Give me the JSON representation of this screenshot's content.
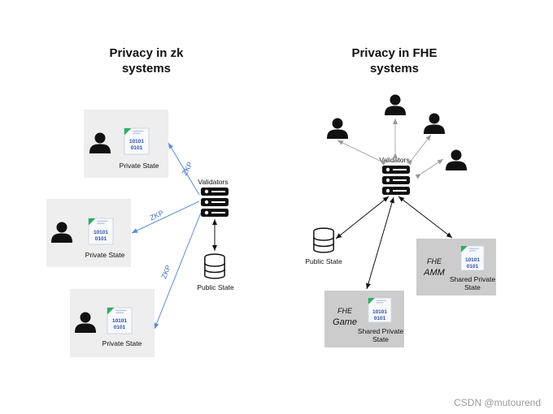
{
  "zk": {
    "title_line1": "Privacy in zk",
    "title_line2": "systems",
    "validators_label": "Validators",
    "public_state_label": "Public State",
    "boxes": [
      {
        "label": "Private State",
        "code_line1": "10101",
        "code_line2": "0101"
      },
      {
        "label": "Private State",
        "code_line1": "10101",
        "code_line2": "0101"
      },
      {
        "label": "Private State",
        "code_line1": "10101",
        "code_line2": "0101"
      }
    ],
    "edge_labels": [
      "ZKP",
      "ZKP",
      "ZKP"
    ]
  },
  "fhe": {
    "title_line1": "Privacy in FHE",
    "title_line2": "systems",
    "validators_label": "Validators",
    "public_state_label": "Public State",
    "amm": {
      "tag_top": "FHE",
      "tag_bottom": "AMM",
      "label_line1": "Shared Private",
      "label_line2": "State",
      "code_line1": "10101",
      "code_line2": "0101"
    },
    "game": {
      "tag_top": "FHE",
      "tag_bottom": "Game",
      "label_line1": "Shared Private",
      "label_line2": "State",
      "code_line1": "10101",
      "code_line2": "0101"
    }
  },
  "watermark": "CSDN @mutourend",
  "colors": {
    "zk_arrow": "#5b8ddb",
    "fhe_user_arrow": "#999999",
    "fhe_arrow": "#111111",
    "zk_box": "#eeeeee",
    "fhe_box": "#cccccc",
    "doc_accent": "#2fae5c"
  }
}
